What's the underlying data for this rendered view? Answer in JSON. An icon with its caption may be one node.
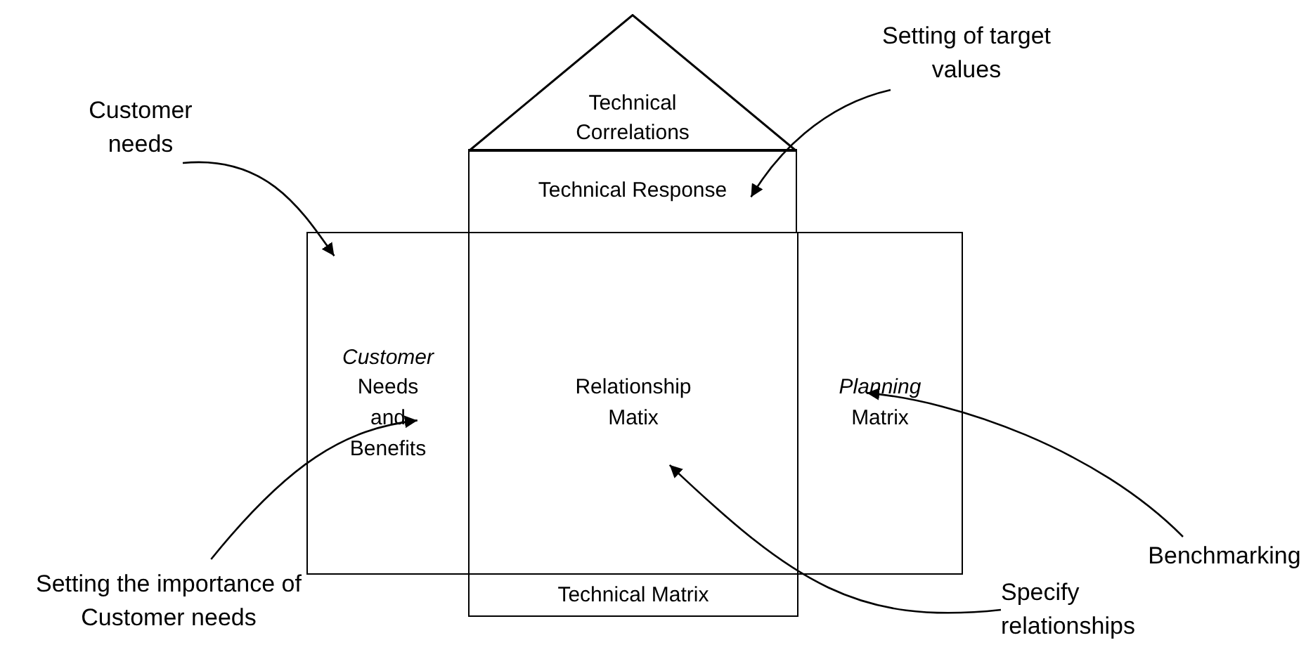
{
  "diagram": {
    "nodes": [
      {
        "text": [
          "Technical Correlations"
        ]
      },
      {
        "text": [
          "Technical Response"
        ]
      },
      {
        "text": [
          "*Customer* Needs and Benefits"
        ]
      },
      {
        "text": [
          "Relationship Matix"
        ]
      },
      {
        "text": [
          "*Planning* Matrix"
        ]
      },
      {
        "text": [
          "Technical Matrix"
        ]
      },
      {
        "text": [
          "Customer needs"
        ]
      },
      {
        "text": [
          "Setting of target values"
        ]
      },
      {
        "text": [
          "Benchmarking"
        ]
      },
      {
        "text": [
          "Setting the importance of Customer needs"
        ]
      },
      {
        "text": [
          "Specify relationships"
        ]
      }
    ],
    "edges": [
      {
        "from": 6,
        "to": 2,
        "arrow": "to"
      },
      {
        "from": 7,
        "to": 1,
        "arrow": "to"
      },
      {
        "from": 8,
        "to": 4,
        "arrow": "to"
      },
      {
        "from": 9,
        "to": 2,
        "arrow": "to"
      },
      {
        "from": 10,
        "to": 3,
        "arrow": "to"
      }
    ]
  }
}
